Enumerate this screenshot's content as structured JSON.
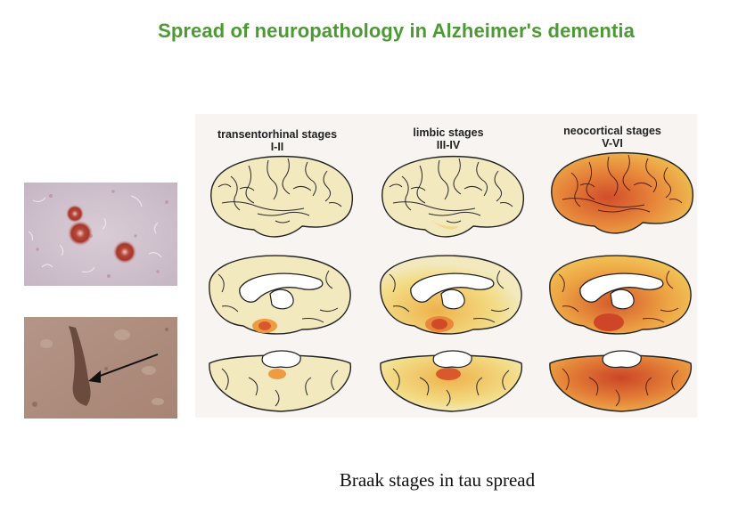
{
  "slide": {
    "title": "Spread of neuropathology in Alzheimer's dementia",
    "caption": "Braak stages in tau spread"
  },
  "figure": {
    "stages": [
      {
        "name": "transentorhinal stages",
        "range": "I-II"
      },
      {
        "name": "limbic stages",
        "range": "III-IV"
      },
      {
        "name": "neocortical stages",
        "range": "V-VI"
      }
    ]
  },
  "colors": {
    "title": "#4c9a34",
    "brain_base": "#f2e9bf",
    "stain_light": "#f1c85a",
    "stain_mid": "#e8943a",
    "stain_dark": "#d2502a"
  },
  "micrographs": [
    {
      "name": "amyloid-plaque-stain",
      "content": "amyloid plaques"
    },
    {
      "name": "neurofibrillary-tangle-stain",
      "content": "neurofibrillary tangle with arrow"
    }
  ]
}
